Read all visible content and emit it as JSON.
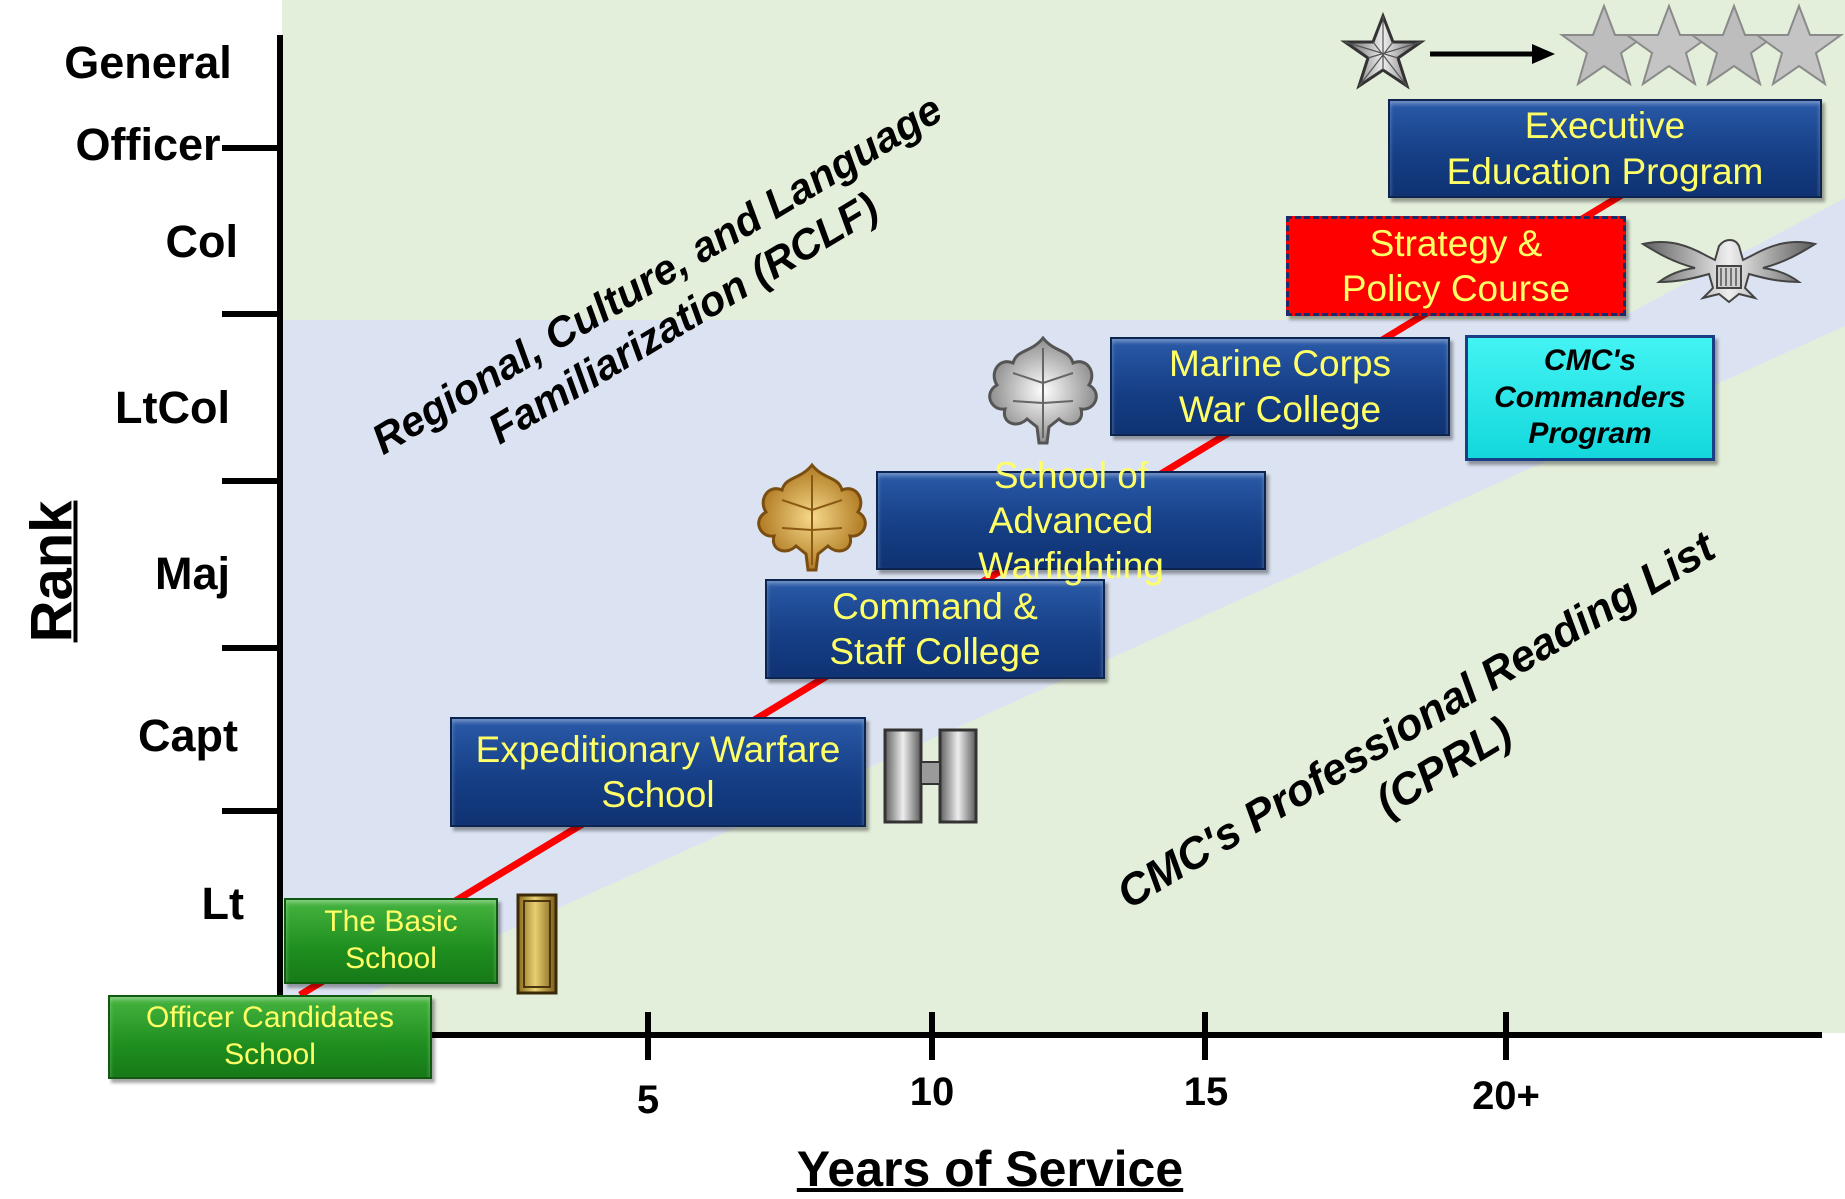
{
  "y_axis": {
    "title": "Rank",
    "ranks": [
      "General Officer",
      "Col",
      "LtCol",
      "Maj",
      "Capt",
      "Lt"
    ]
  },
  "x_axis": {
    "title": "Years of Service",
    "ticks": [
      "5",
      "10",
      "15",
      "20+"
    ]
  },
  "courses": {
    "ocs": "Officer Candidates School",
    "tbs": "The Basic School",
    "ews": "Expeditionary Warfare School",
    "csc": "Command & Staff College",
    "saw": "School of Advanced Warfighting",
    "mcwar": "Marine Corps War College",
    "spc": "Strategy & Policy Course",
    "ccp": "CMC's Commanders Program",
    "eep": "Executive Education Program"
  },
  "regions": {
    "rclf": "Regional, Culture, and Language Familiarization (RCLF)",
    "cprl": "CMC's Professional Reading List (CPRL)"
  },
  "insignia": [
    "second-lieutenant-bar",
    "captain-bars",
    "major-oak-leaf",
    "lieutenant-colonel-oak-leaf",
    "colonel-eagle",
    "general-star",
    "four-stars"
  ],
  "colors": {
    "course_box": "#163f86",
    "course_text": "#ffff66",
    "entry_course": "#1e8e1f",
    "strategy_course": "#ff0000",
    "commanders_program": "#13d8dc",
    "progression_line": "#ff0000",
    "rclf_region": "#dbe3f2",
    "cprl_region": "#e3efdb"
  }
}
